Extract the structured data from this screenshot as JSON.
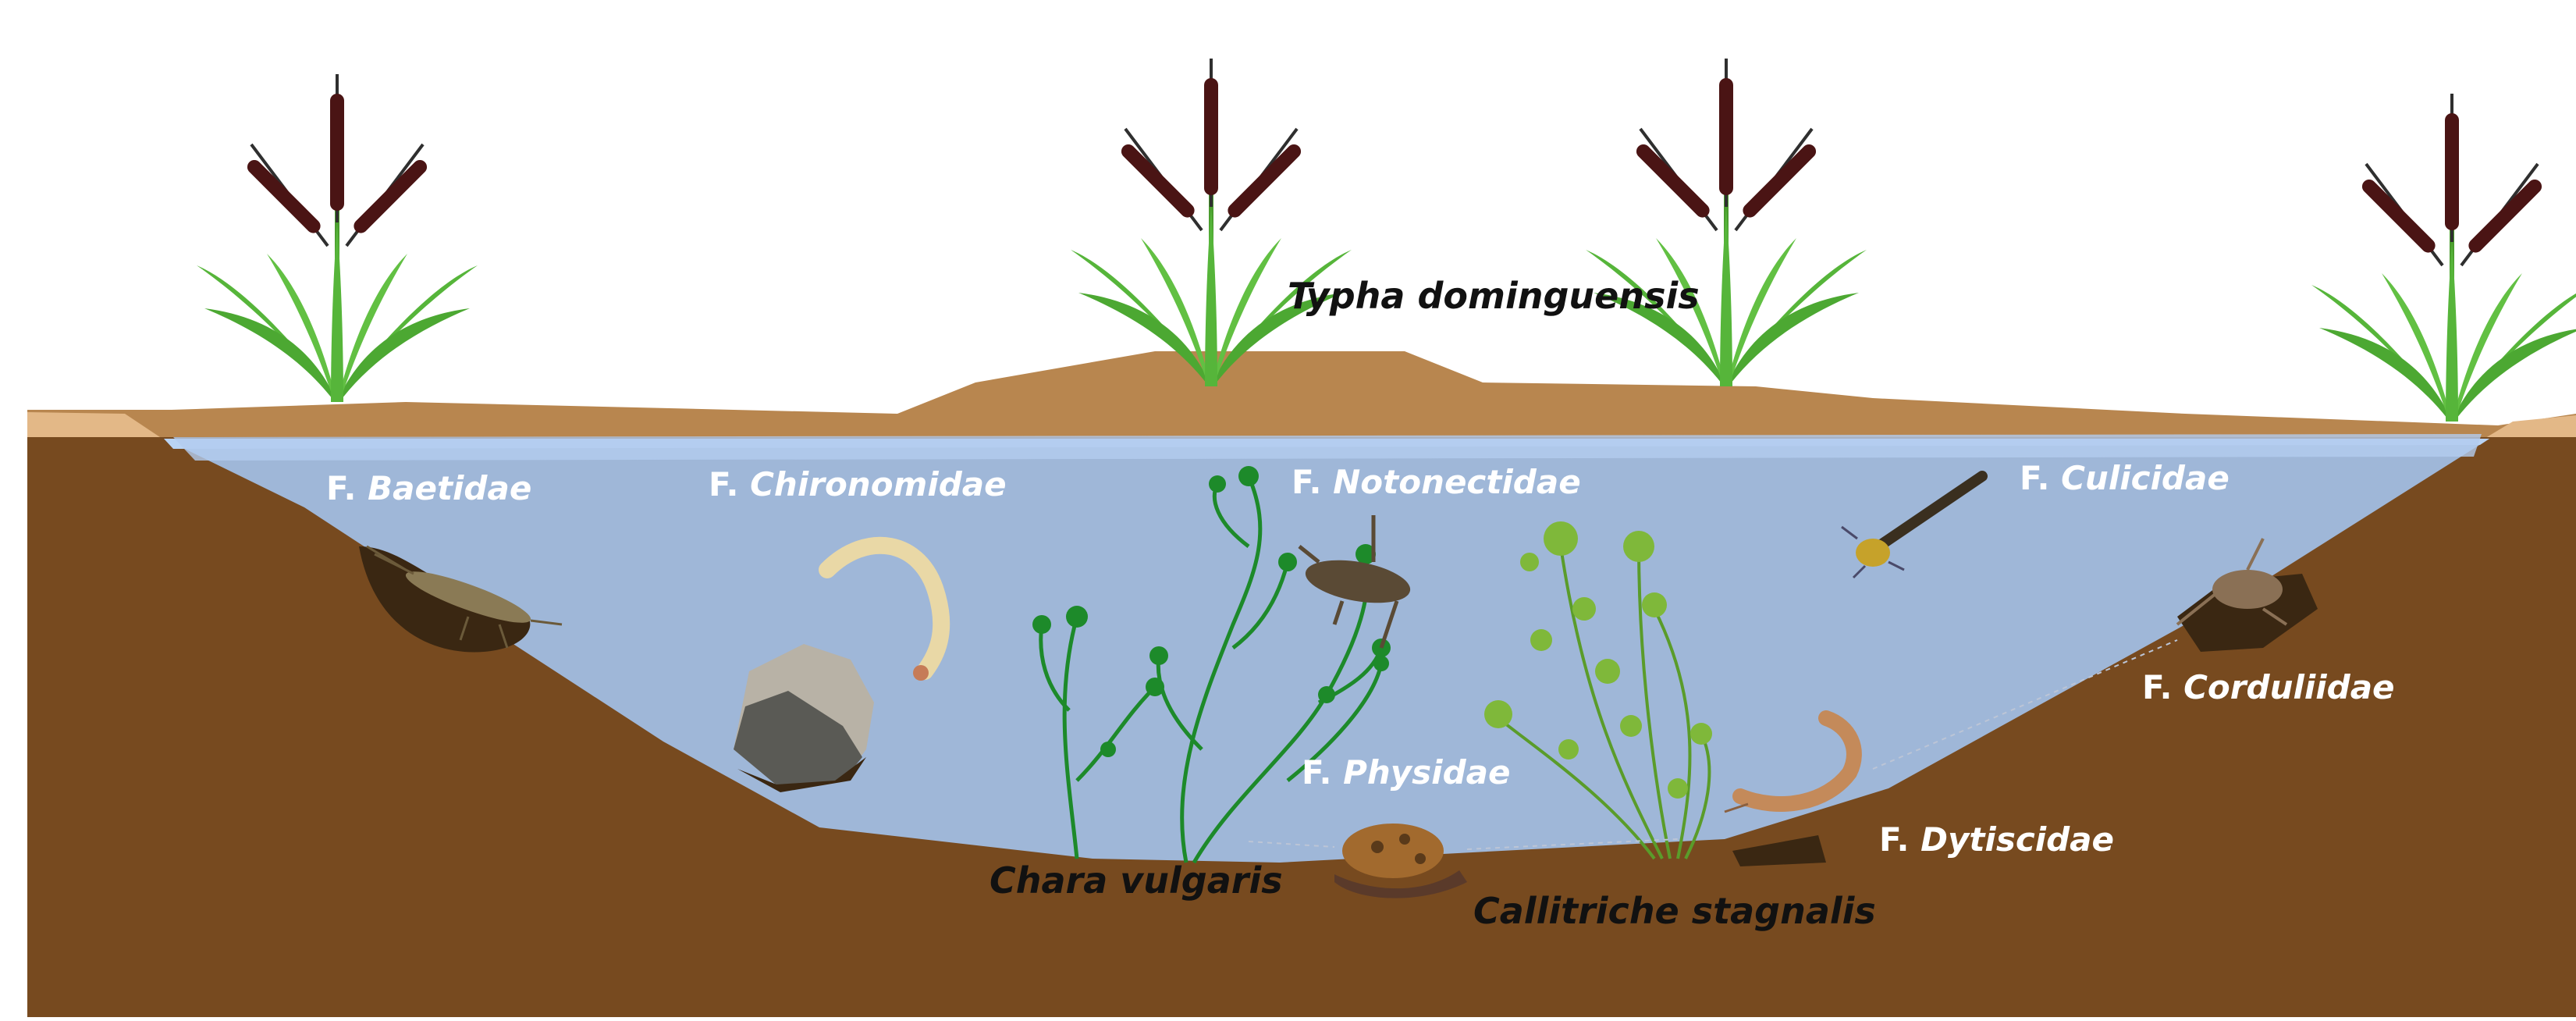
{
  "colors": {
    "sky": "#ffffff",
    "soil": "#774a1f",
    "bank_sand": "#b8864f",
    "bank_light": "#e3b887",
    "water": "#9fb7d8",
    "water_surface": "#b9d3f3",
    "reed_leaf": "#56b53a",
    "reed_head": "#4a1414",
    "chara": "#1d8a2a",
    "callitriche": "#7fb83a"
  },
  "labels": {
    "typha": "Typha dominguensis",
    "chara": "Chara vulgaris",
    "callitriche": "Callitriche stagnalis",
    "family_prefix": "F. ",
    "baetidae": "Baetidae",
    "chironomidae": "Chironomidae",
    "notonectidae": "Notonectidae",
    "culicidae": "Culicidae",
    "corduliidae": "Corduliidae",
    "physidae": "Physidae",
    "dytiscidae": "Dytiscidae"
  }
}
